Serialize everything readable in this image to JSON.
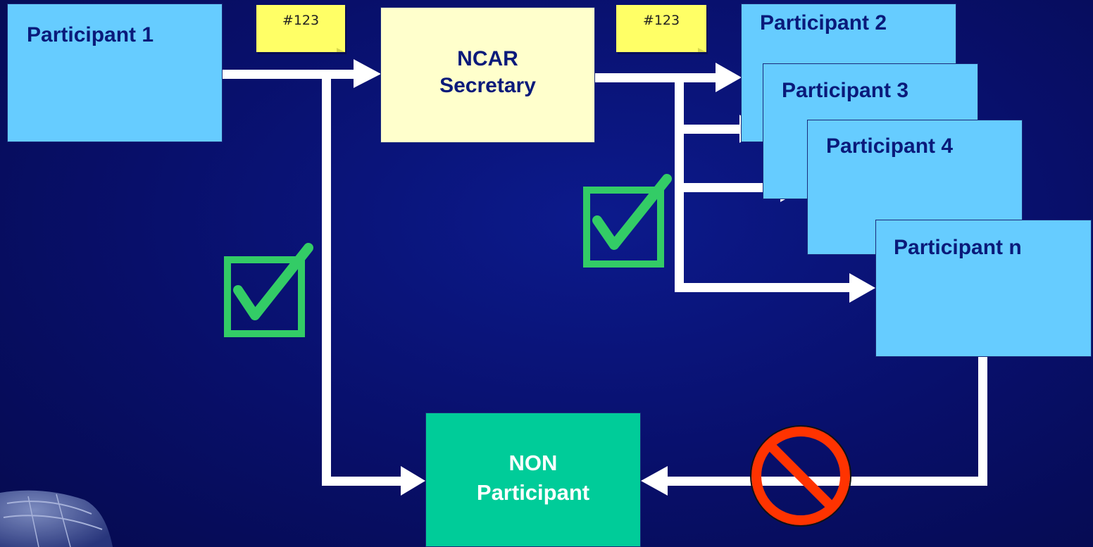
{
  "notes": {
    "note1": "#123",
    "note2": "#123"
  },
  "boxes": {
    "participant1": "Participant 1",
    "secretary_line1": "NCAR",
    "secretary_line2": "Secretary",
    "participant2": "Participant 2",
    "participant3": "Participant 3",
    "participant4": "Participant 4",
    "participantn": "Participant n",
    "nonparticipant_line1": "NON",
    "nonparticipant_line2": "Participant"
  },
  "colors": {
    "background": "#080f6a",
    "participant_fill": "#66ccff",
    "secretary_fill": "#ffffcc",
    "nonparticipant_fill": "#00cc99",
    "note_fill": "#ffff66",
    "arrow": "#ffffff",
    "check": "#33cc66",
    "prohibit": "#ff3300",
    "text": "#0a1a7a"
  },
  "icons": {
    "approved_1": "check-box-icon",
    "approved_2": "check-box-icon",
    "forbidden": "prohibition-icon",
    "corner": "globe-logo"
  }
}
